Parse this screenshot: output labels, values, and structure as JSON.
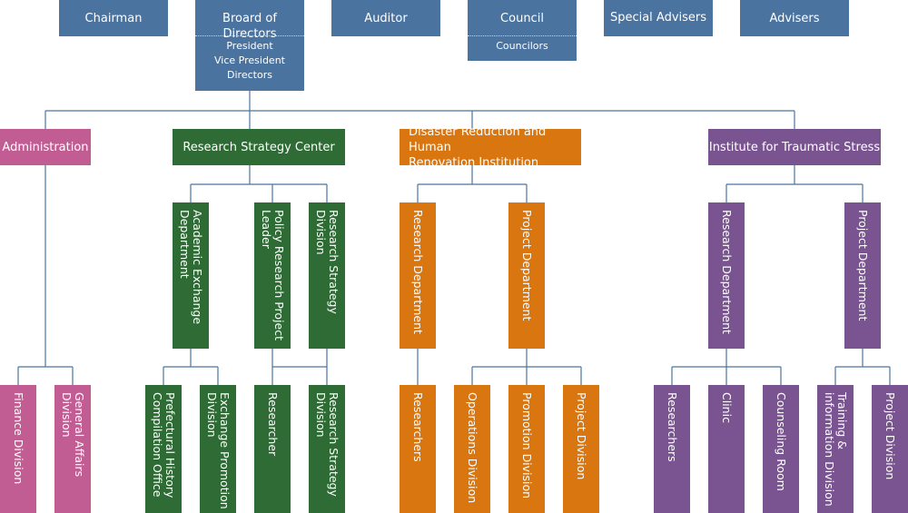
{
  "top": {
    "chairman": "Chairman",
    "board": "Broard of Directors",
    "board_members": [
      "President",
      "Vice President",
      "Directors"
    ],
    "auditor": "Auditor",
    "council": "Council",
    "councilors": "Councilors",
    "special_advisers": "Special Advisers",
    "advisers": "Advisers"
  },
  "administration": {
    "label": "Administration",
    "finance": "Finance Division",
    "general_affairs": "General Affairs\nDivision"
  },
  "research_strategy": {
    "label": "Research Strategy Center",
    "academic": "Academic Exchange\nDepartment",
    "policy": "Policy Research Project\nLeader",
    "rs_division": "Research Strategy\nDivision",
    "prefectural": "Prefectural History\nCompilation Office",
    "exchange_promotion": "Exchange Promotion\nDivision",
    "researcher": "Researcher",
    "rs_division_2": "Research Strategy\nDivision"
  },
  "disaster": {
    "label": "Disaster Reduction and Human\nRenovation Institution",
    "research_dept": "Research Department",
    "project_dept": "Project Department",
    "researchers": "Researchers",
    "operations": "Operations Division",
    "promotion": "Promotion Division",
    "project_division": "Project Division"
  },
  "traumatic": {
    "label": "Institute for Traumatic Stress",
    "research_dept": "Research Department",
    "project_dept": "Project Department",
    "researchers": "Researchers",
    "clinic": "Clinic",
    "counseling": "Counseling Room",
    "training": "Training &\ninformation Division",
    "project_division": "Project Division"
  },
  "colors": {
    "top": "#4a73a0",
    "administration": "#c25d93",
    "research_strategy": "#2f6b35",
    "disaster": "#d9760f",
    "traumatic": "#7a5490",
    "line": "#4a73a0"
  }
}
